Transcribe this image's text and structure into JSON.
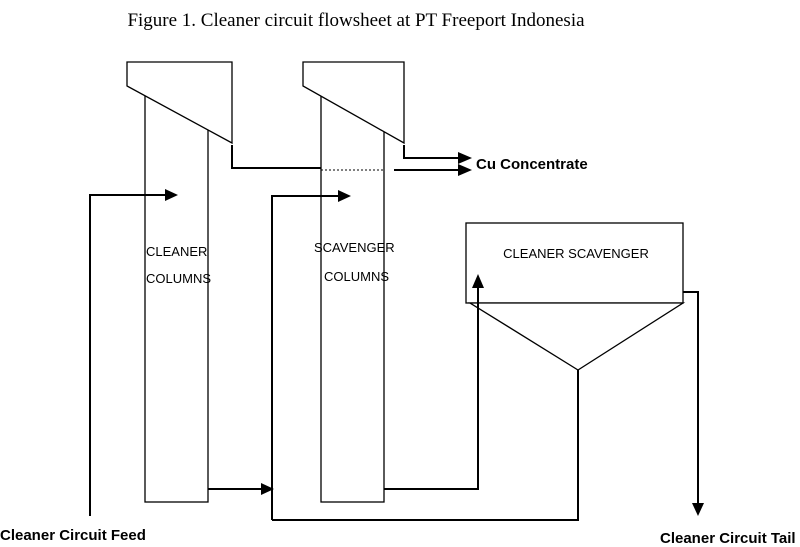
{
  "figure_title": "Figure 1.   Cleaner circuit flowsheet at PT Freeport Indonesia",
  "units": {
    "cleaner_columns": {
      "line1": "CLEANER",
      "line2": "COLUMNS"
    },
    "scavenger_columns": {
      "line1": "SCAVENGER",
      "line2": "COLUMNS"
    },
    "cleaner_scavenger": {
      "label": "CLEANER SCAVENGER"
    }
  },
  "streams": {
    "concentrate": "Cu Concentrate",
    "feed": "Cleaner Circuit Feed",
    "tail": "Cleaner Circuit Tail"
  }
}
